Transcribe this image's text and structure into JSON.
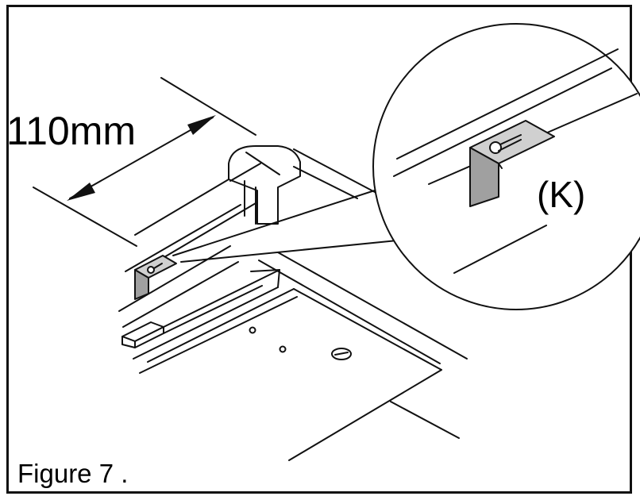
{
  "labels": {
    "dimension": "110mm",
    "part": "(K)",
    "caption": "Figure 7 ."
  },
  "colors": {
    "line": "#111111",
    "bracket_fill": "#a0a0a0",
    "bracket_top": "#d0d0d0",
    "frame": "#111111"
  },
  "icons": [
    "keyhole-icon",
    "screw-head-icon",
    "dimension-arrow-icon"
  ]
}
